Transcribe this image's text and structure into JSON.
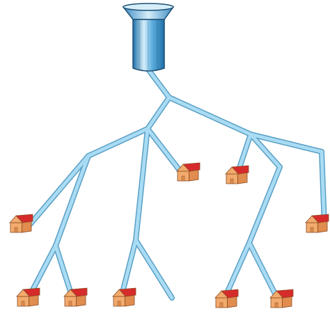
{
  "diagram": {
    "colors": {
      "pipe_fill": "#a9dcf4",
      "pipe_outline": "#5a9fc4",
      "tower_light": "#d6eefa",
      "tower_mid": "#5fb0e0",
      "tower_dark": "#1f6fa8",
      "tower_outline": "#1d4f73",
      "house_wall": "#f2ab6d",
      "house_wall_side": "#e08d4f",
      "house_roof": "#d62b2b",
      "house_outline": "#8a4a22"
    },
    "water_tower": {
      "icon": "water-tower-icon"
    },
    "houses": [
      {
        "id": "house-top-middle"
      },
      {
        "id": "house-top-right"
      },
      {
        "id": "house-mid-left"
      },
      {
        "id": "house-mid-right"
      },
      {
        "id": "house-bottom-1"
      },
      {
        "id": "house-bottom-2"
      },
      {
        "id": "house-bottom-3"
      },
      {
        "id": "house-bottom-4"
      },
      {
        "id": "house-bottom-5"
      }
    ]
  }
}
